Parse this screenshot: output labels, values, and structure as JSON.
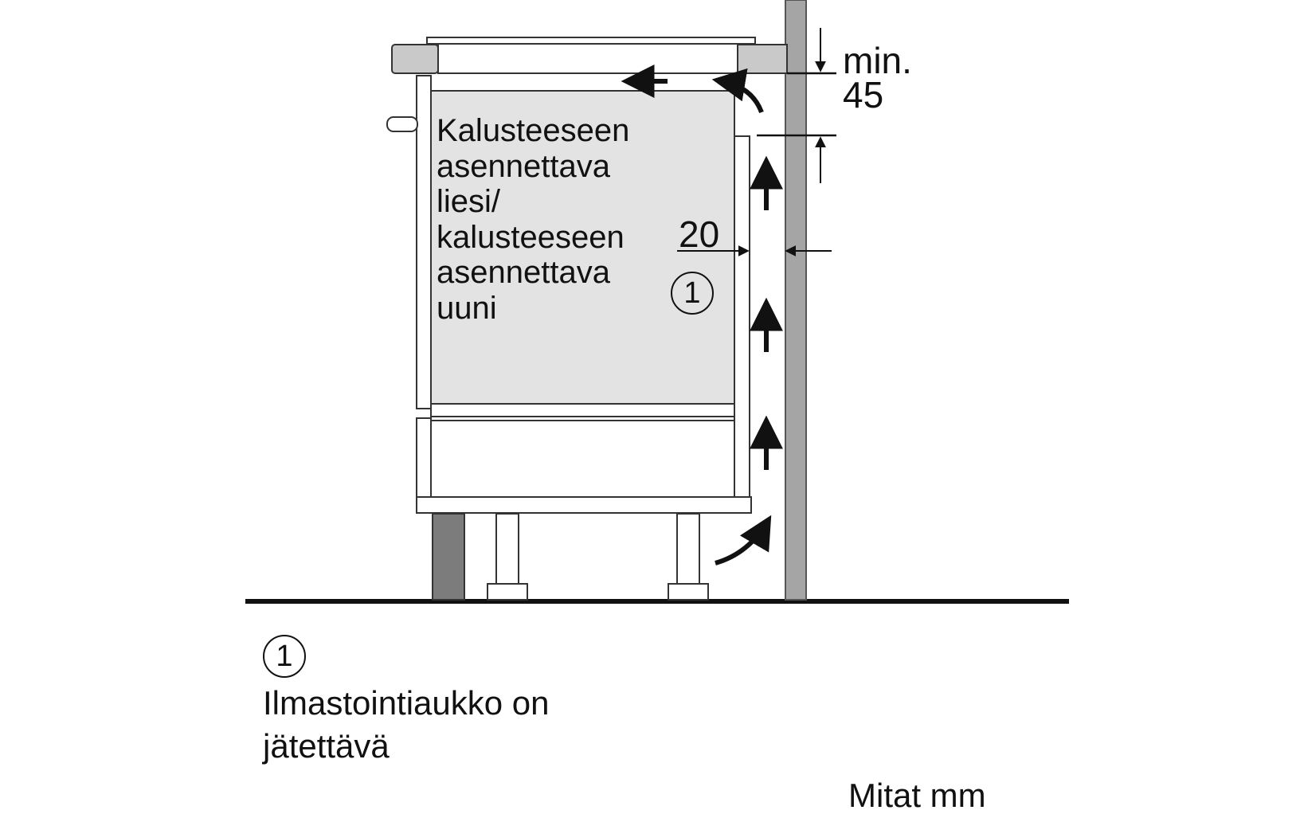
{
  "appliance_label": [
    "Kalusteeseen",
    "asennettava",
    "liesi/",
    "kalusteeseen",
    "asennettava",
    "uuni"
  ],
  "dimensions": {
    "top_gap_line1": "min.",
    "top_gap_line2": "45",
    "side_gap": "20"
  },
  "callout": {
    "number": "1",
    "legend_lines": [
      "Ilmastointiaukko on",
      "jätettävä"
    ]
  },
  "units_note": "Mitat mm",
  "colors": {
    "line": "#111111",
    "appliance_fill": "#e3e3e3",
    "countertop_fill": "#c9c9c9",
    "wall_fill": "#a5a5a5",
    "plinth_fill": "#7c7c7c"
  }
}
